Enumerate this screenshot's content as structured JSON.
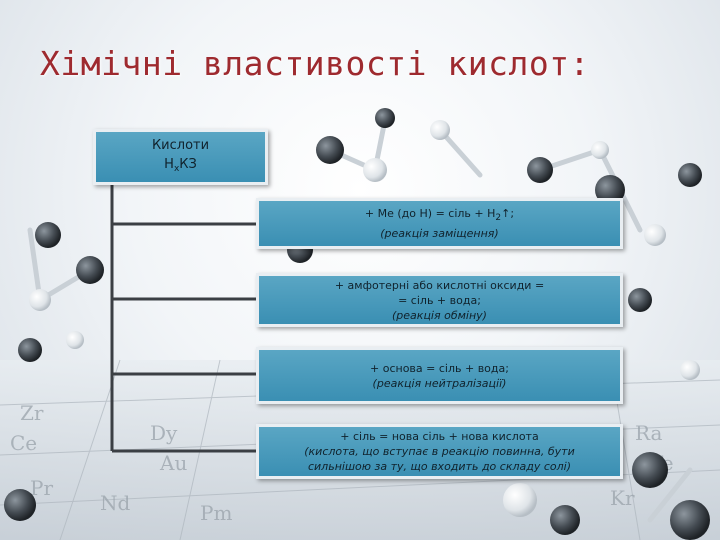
{
  "slide": {
    "title": "Хімічні властивості кислот:"
  },
  "root": {
    "line1": "Кислоти",
    "formula_prefix": "H",
    "formula_sub": "x",
    "formula_suffix": "КЗ"
  },
  "reactions": [
    {
      "eq_prefix": "+ Ме (до Н) = сіль + Н",
      "eq_sub": "2",
      "eq_suffix": "↑;",
      "note": "(реакція заміщення)"
    },
    {
      "eq": "+ амфотерні або кислотні оксиди =",
      "eq2": "= сіль + вода;",
      "note": "(реакція обміну)"
    },
    {
      "eq": "+ основа = сіль + вода;",
      "note": "(реакція нейтралізації)"
    },
    {
      "eq": "+ сіль = нова сіль + нова кислота",
      "note": "(кислота, що вступає в реакцію повинна, бути сильнішою за ту, що входить до складу солі)"
    }
  ],
  "colors": {
    "title": "#9e2a2f",
    "box": "#4a9bbd",
    "connector": "#3b3f44"
  }
}
